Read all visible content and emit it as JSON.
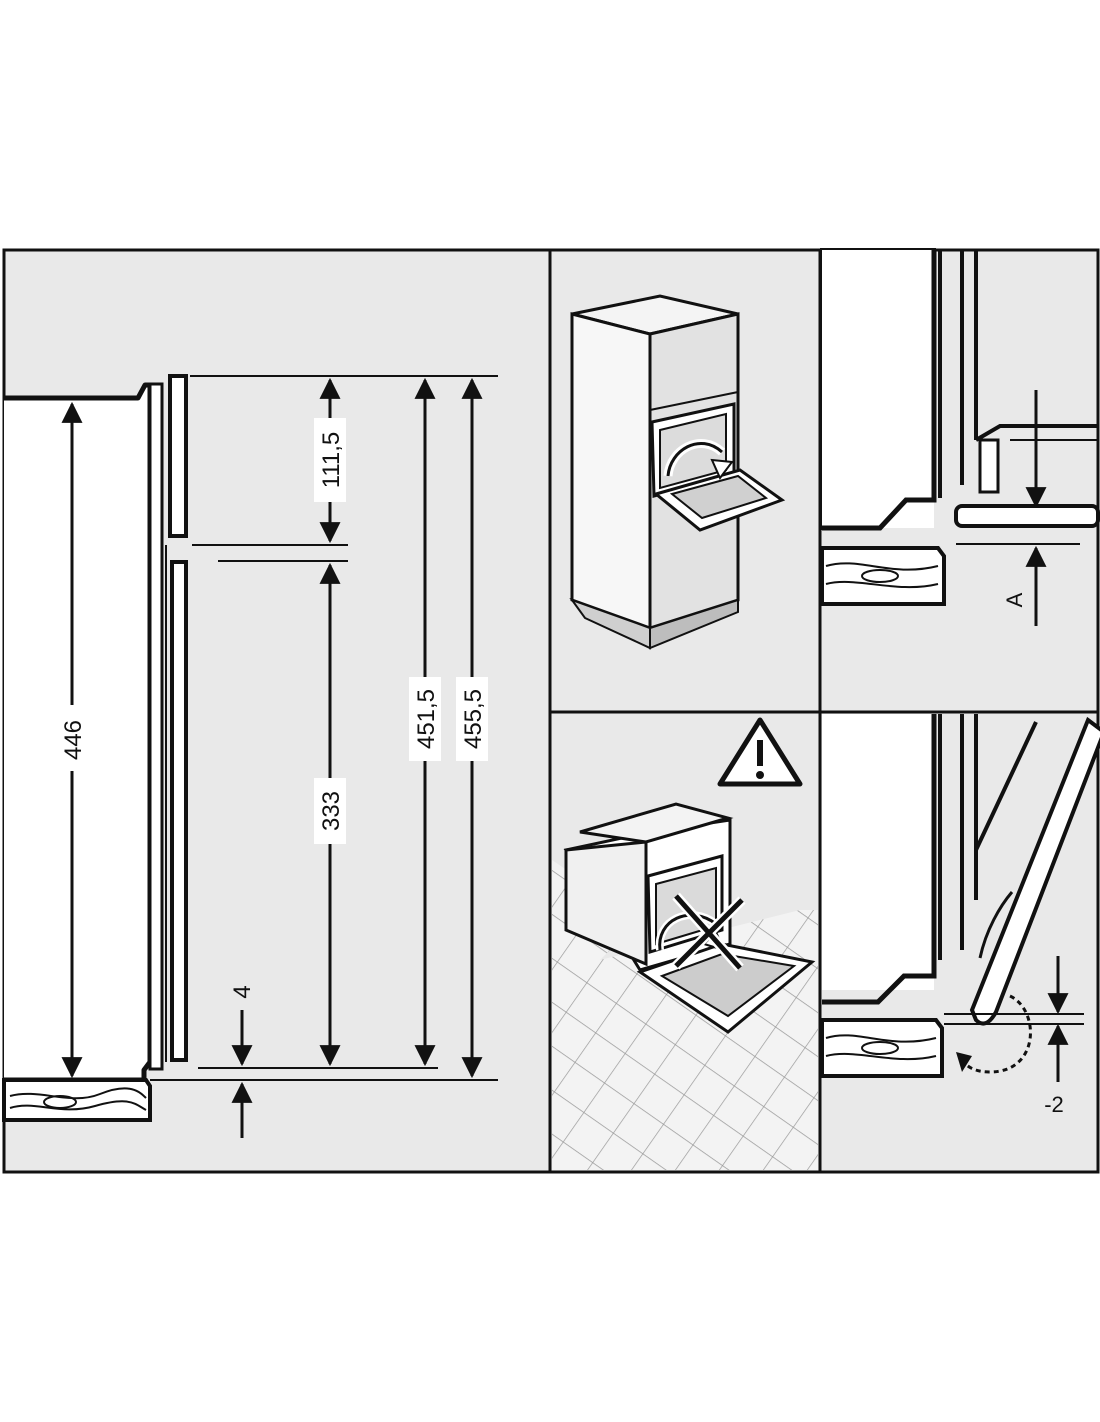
{
  "dimensions": {
    "d446": "446",
    "d111_5": "111,5",
    "d333": "333",
    "d451_5": "451,5",
    "d455_5": "455,5",
    "d4": "4",
    "clearance_a": "A",
    "offset_minus2": "-2"
  },
  "icons": {
    "warning": "warning-triangle-icon",
    "door_open_arrow": "curved-arrow-icon",
    "prohibited": "cross-out-icon"
  },
  "colors": {
    "panel_bg": "#e9e9e9",
    "line": "#111111",
    "floor_tile": "#f3f3f3",
    "wood": "#ffffff"
  }
}
